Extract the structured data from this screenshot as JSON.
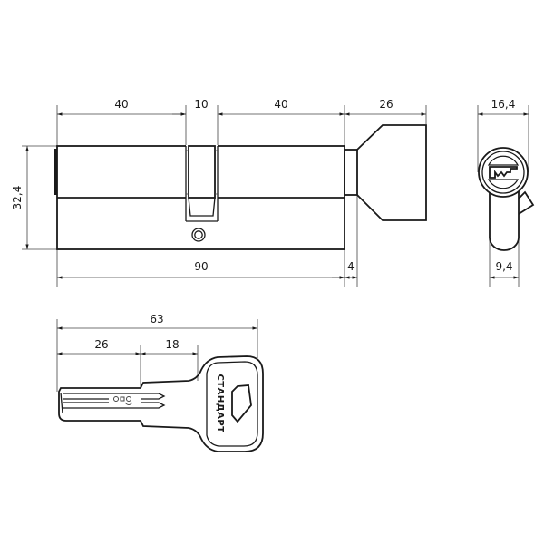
{
  "drawing": {
    "subject": "Euro profile lock cylinder with thumbturn and key",
    "line_color": "#1a1a1a",
    "background": "#ffffff"
  },
  "cylinder_side_view": {
    "dimensions": {
      "left_half": "40",
      "cam": "10",
      "right_half": "40",
      "thumbturn": "26",
      "height": "32,4",
      "total_length": "90",
      "neck": "4"
    }
  },
  "cylinder_end_view": {
    "dimensions": {
      "width_top": "16,4",
      "width_bottom": "9,4"
    }
  },
  "key_view": {
    "brand_text": "СТАНДАРТ",
    "dimensions": {
      "total_length": "63",
      "blade": "26",
      "shoulder": "18"
    }
  }
}
